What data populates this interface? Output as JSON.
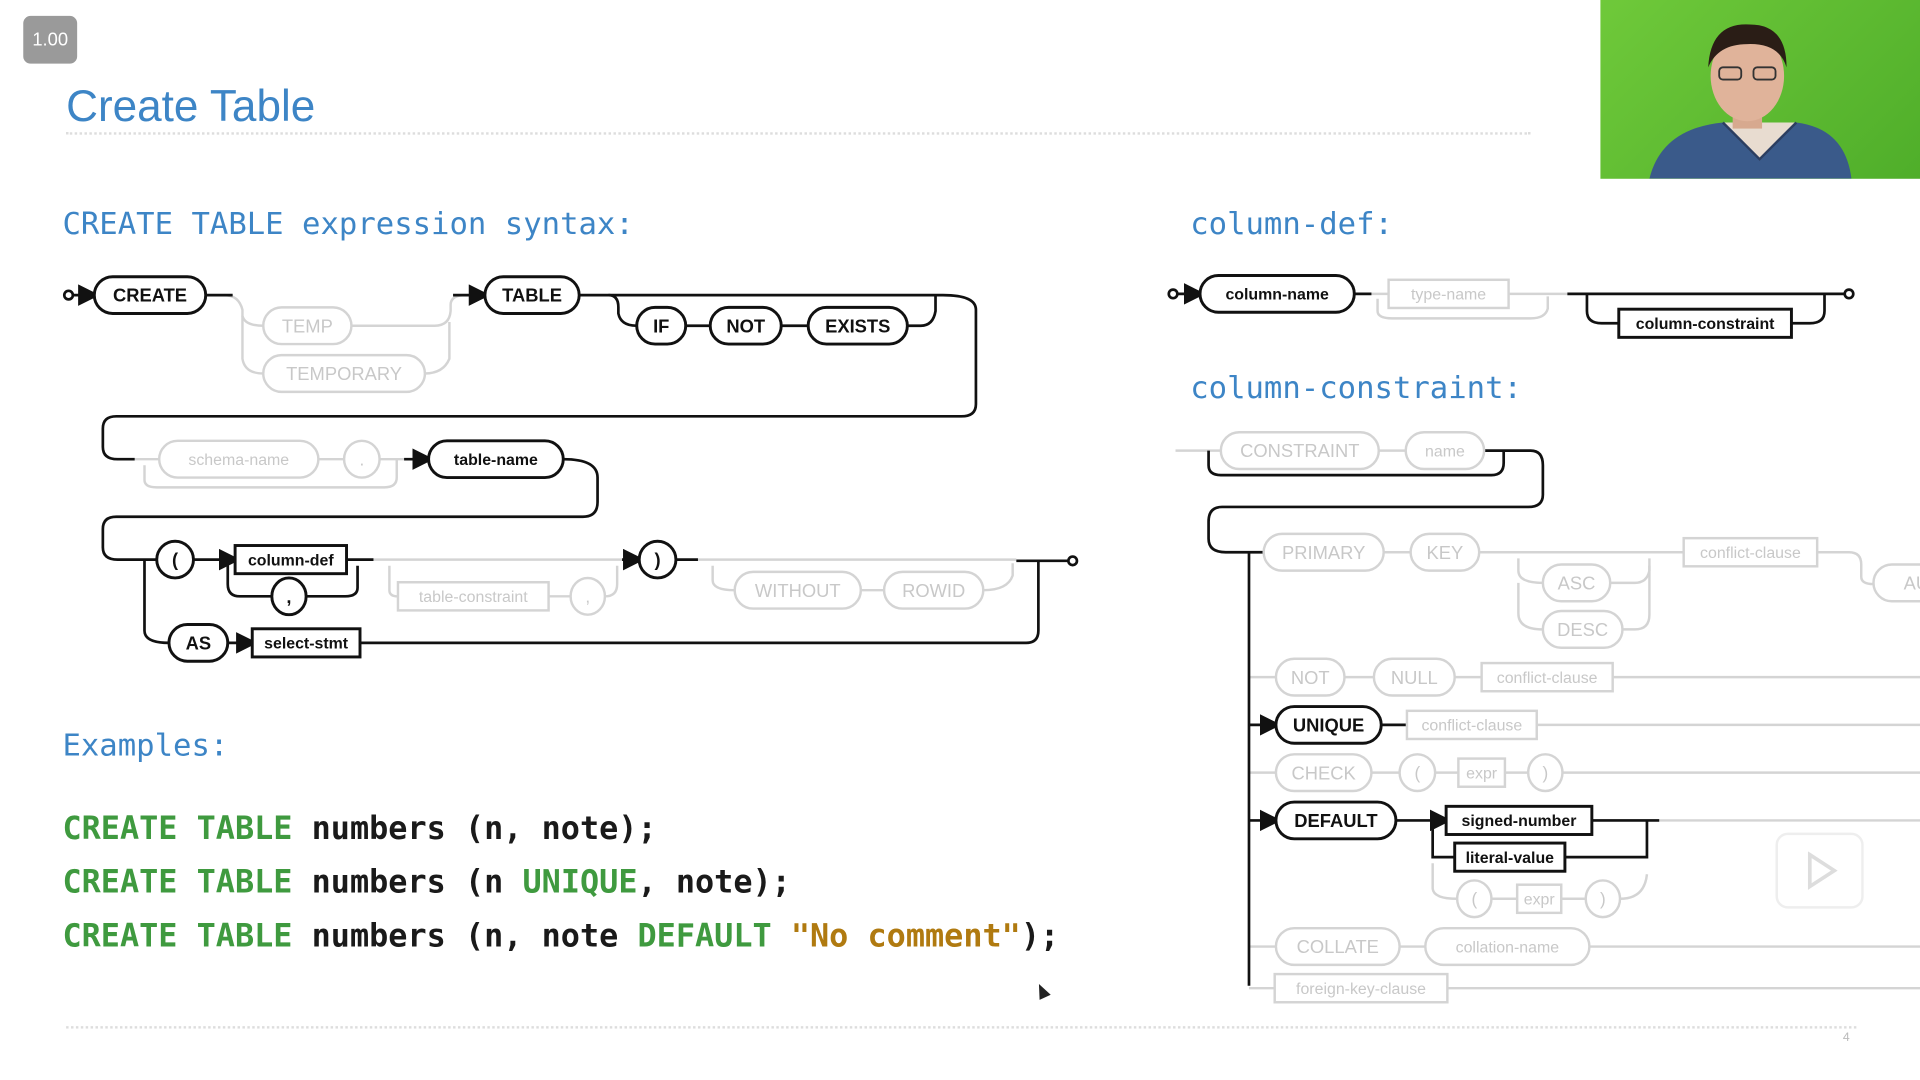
{
  "player": {
    "speed": "1.00"
  },
  "slide": {
    "title": "Create Table",
    "page_number": "4",
    "syntax_heading": "CREATE TABLE expression syntax:",
    "column_def_heading": "column-def:",
    "column_constraint_heading": "column-constraint:",
    "examples_heading": "Examples:"
  },
  "create_table_diagram": {
    "create": "CREATE",
    "temp": "TEMP",
    "temporary": "TEMPORARY",
    "table": "TABLE",
    "if": "IF",
    "not": "NOT",
    "exists": "EXISTS",
    "schema_name": "schema-name",
    "dot": ".",
    "table_name": "table-name",
    "open_paren": "(",
    "column_def": "column-def",
    "comma": ",",
    "table_constraint": "table-constraint",
    "comma2": ",",
    "close_paren": ")",
    "without": "WITHOUT",
    "rowid": "ROWID",
    "as": "AS",
    "select_stmt": "select-stmt"
  },
  "column_def_diagram": {
    "column_name": "column-name",
    "type_name": "type-name",
    "column_constraint": "column-constraint"
  },
  "column_constraint_diagram": {
    "constraint": "CONSTRAINT",
    "name": "name",
    "primary": "PRIMARY",
    "key": "KEY",
    "asc": "ASC",
    "desc": "DESC",
    "conflict_clause_1": "conflict-clause",
    "autoincrement_partial": "AU",
    "not": "NOT",
    "null": "NULL",
    "conflict_clause_2": "conflict-clause",
    "unique": "UNIQUE",
    "conflict_clause_3": "conflict-clause",
    "check": "CHECK",
    "check_open": "(",
    "check_expr": "expr",
    "check_close": ")",
    "default": "DEFAULT",
    "signed_number": "signed-number",
    "literal_value": "literal-value",
    "default_open": "(",
    "default_expr": "expr",
    "default_close": ")",
    "collate": "COLLATE",
    "collation_name": "collation-name",
    "foreign_key_clause": "foreign-key-clause"
  },
  "examples": [
    {
      "kw": "CREATE TABLE",
      "rest": " numbers (n, note);"
    },
    {
      "kw": "CREATE TABLE",
      "a": " numbers (n ",
      "kw2": "UNIQUE",
      "b": ", note);"
    },
    {
      "kw": "CREATE TABLE",
      "a": " numbers (n, note ",
      "kw2": "DEFAULT",
      "str": " \"No comment\"",
      "b": ");"
    }
  ],
  "colors": {
    "title": "#3d85c6",
    "keyword": "#3f9a3f",
    "string": "#b07a10",
    "video_bg": "#5cb832"
  }
}
